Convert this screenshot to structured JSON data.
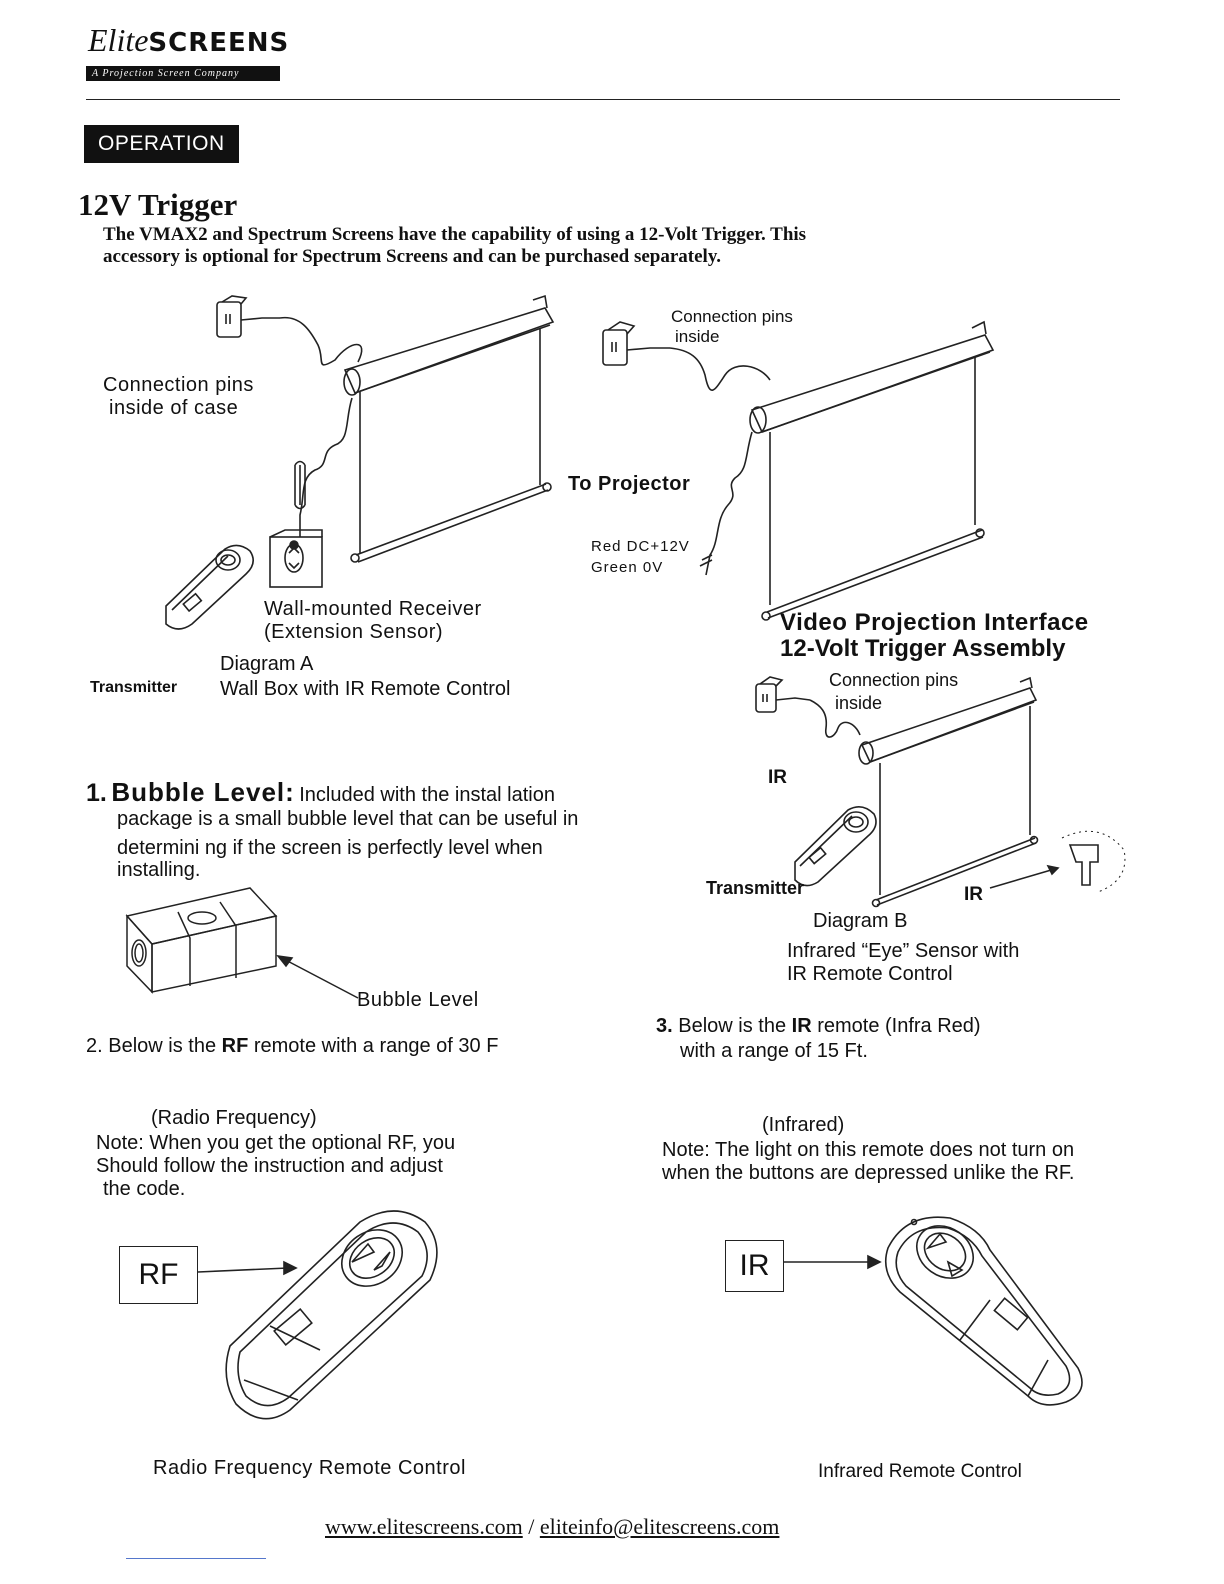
{
  "header": {
    "logo_elite": "Elite",
    "logo_screens": "SCREENS",
    "tagline": "A Projection Screen Company"
  },
  "section_tag": "OPERATION",
  "title": "12V Trigger",
  "intro": "The VMAX2 and Spectrum Screens have the capability of using a 12-Volt Trigger. This accessory is optional for Spectrum Screens and can be purchased separately.",
  "diagram_a": {
    "connection_pins_l1": "Connection pins",
    "connection_pins_l2": "inside of case",
    "receiver_l1": "Wall-mounted Receiver",
    "receiver_l2": "(Extension Sensor)",
    "diagram_label": "Diagram  A",
    "transmitter": "Transmitter",
    "caption": "Wall Box with IR Remote Control"
  },
  "vpi": {
    "connection_pins_l1": "Connection pins",
    "connection_pins_l2": "inside",
    "to_projector": "To Projector",
    "red_label": "Red   DC+12V",
    "green_label": "Green    0V",
    "title_l1": "Video   Projection Interface",
    "title_l2": "12-Volt Trigger Assembly"
  },
  "diagram_b": {
    "connection_pins_l1": "Connection pins",
    "connection_pins_l2": "inside",
    "ir_top": "IR",
    "transmitter": "Transmitter",
    "ir_right": "IR",
    "diagram_label": "Diagram   B",
    "caption_l1": "Infrared “Eye” Sensor with",
    "caption_l2": "IR Remote Control"
  },
  "bubble": {
    "number": "1.",
    "heading": "Bubble Level:",
    "text_l1": "Included with the instal lation",
    "text_l2": "package is a small bubble level that can be useful in",
    "text_l3": "determini ng if the screen is perfectly level when",
    "text_l4": "installing.",
    "label": "Bubble    Level"
  },
  "rf": {
    "line_prefix": "2. Below is the ",
    "line_bold": "RF",
    "line_suffix": " remote with a  range of 30 F",
    "sub": "(Radio Frequency)",
    "note_l1": "Note: When you get the optional RF, you",
    "note_l2": "Should    follow the instruction and adjust",
    "note_l3": "the code.",
    "box": "RF",
    "caption": "Radio Frequency Remote Control"
  },
  "ir": {
    "number": "3.",
    "line_prefix": " Below is the ",
    "line_bold": "IR",
    "line_suffix": " remote (Infra Red)",
    "line2": "with a range of    15 Ft.",
    "sub": "(Infrared)",
    "note_l1": "Note: The light on this remote does not turn on",
    "note_l2": "when the buttons are depressed unlike the RF.",
    "box": "IR",
    "caption": "Infrared Remote Control"
  },
  "footer": {
    "website": "www.elitescreens.com",
    "separator": " / ",
    "email": "eliteinfo@elitescreens.com"
  }
}
